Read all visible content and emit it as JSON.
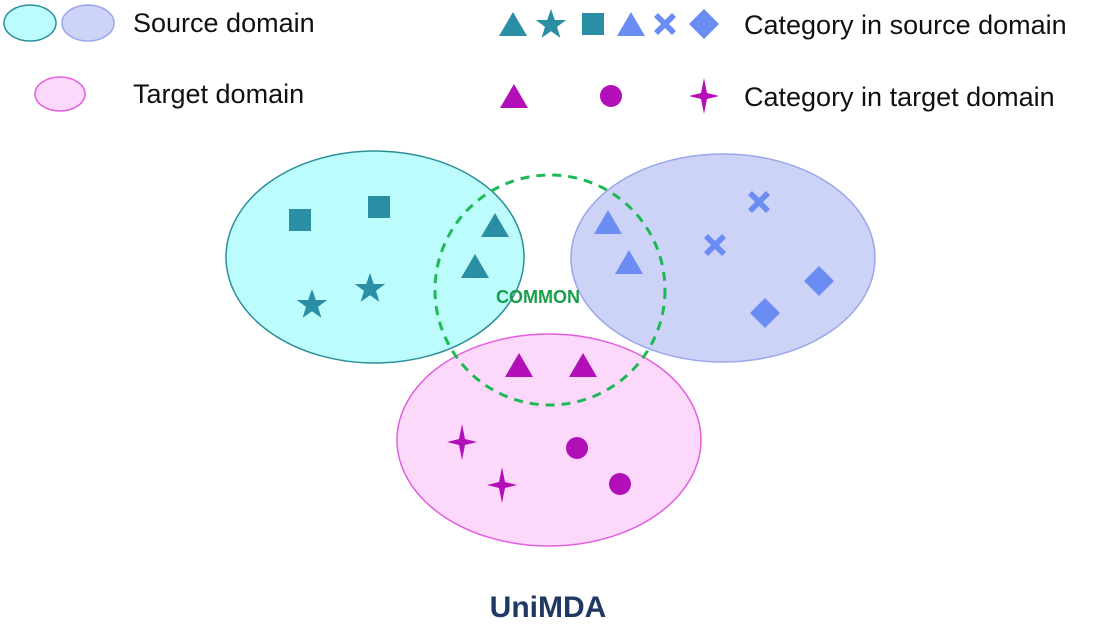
{
  "legend": {
    "source_domain_label": "Source domain",
    "target_domain_label": "Target domain",
    "source_category_label": "Category in source domain",
    "target_category_label": "Category in target domain"
  },
  "diagram": {
    "common_label": "COMMON",
    "title": "UniMDA"
  },
  "colors": {
    "source_a_fill": "#bdfcfc",
    "source_a_stroke": "#2a8f9a",
    "source_b_fill": "#cdd3f7",
    "source_b_stroke": "#9aa6ea",
    "target_fill": "#fcd9fa",
    "target_stroke": "#e35ce0",
    "teal_marker": "#2a8ea4",
    "blue_marker": "#6b8cf2",
    "magenta_marker": "#b30fb8",
    "common_dash": "#1db954",
    "common_text": "#16a04a",
    "title_text": "#203864"
  },
  "icons": {
    "source_category_icons": [
      "triangle-icon",
      "star-icon",
      "square-icon",
      "triangle-icon",
      "cross-icon",
      "diamond-icon"
    ],
    "target_category_icons": [
      "triangle-icon",
      "circle-icon",
      "four-point-star-icon"
    ]
  }
}
